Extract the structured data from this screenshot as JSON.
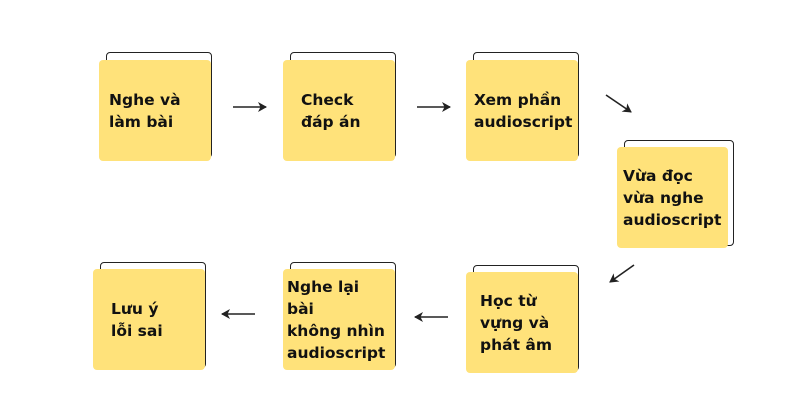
{
  "diagram": {
    "steps": [
      {
        "id": "step-1",
        "label": "Nghe và\nlàm bài"
      },
      {
        "id": "step-2",
        "label": "Check\nđáp án"
      },
      {
        "id": "step-3",
        "label": "Xem phần\naudioscript"
      },
      {
        "id": "step-4",
        "label": "Vừa đọc\nvừa nghe\naudioscript"
      },
      {
        "id": "step-5",
        "label": "Học từ\nvựng và\nphát âm"
      },
      {
        "id": "step-6",
        "label": "Nghe lại bài\nkhông nhìn\naudioscript"
      },
      {
        "id": "step-7",
        "label": "Lưu ý\nlỗi sai"
      }
    ],
    "colors": {
      "card_fill": "#FFE27A",
      "card_outline": "#222222",
      "arrow": "#222222",
      "text": "#111111",
      "background": "#ffffff"
    }
  }
}
